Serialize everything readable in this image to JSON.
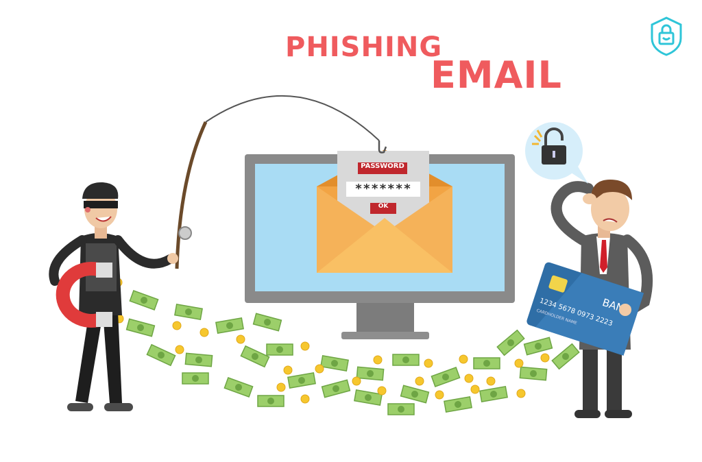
{
  "title": {
    "line1": "PHISHING",
    "line2": "EMAIL"
  },
  "letter": {
    "label": "PASSWORD",
    "password_value": "*******",
    "ok_label": "OK"
  },
  "card": {
    "bank": "BANK",
    "number": "1234 5678 0973 2223",
    "holder": "CARDHOLDER NAME"
  },
  "icons": [
    "shield-lock-icon",
    "unlocked-padlock-icon",
    "fishing-hook-icon",
    "magnet-icon",
    "dollar-bill-icon",
    "coin-icon"
  ],
  "colors": {
    "title": "#ef5b5e",
    "accent_red": "#c0272d",
    "screen": "#a9dcf4",
    "envelope": "#f2a444",
    "card": "#2f6ea6",
    "shield": "#2fc5d8"
  }
}
